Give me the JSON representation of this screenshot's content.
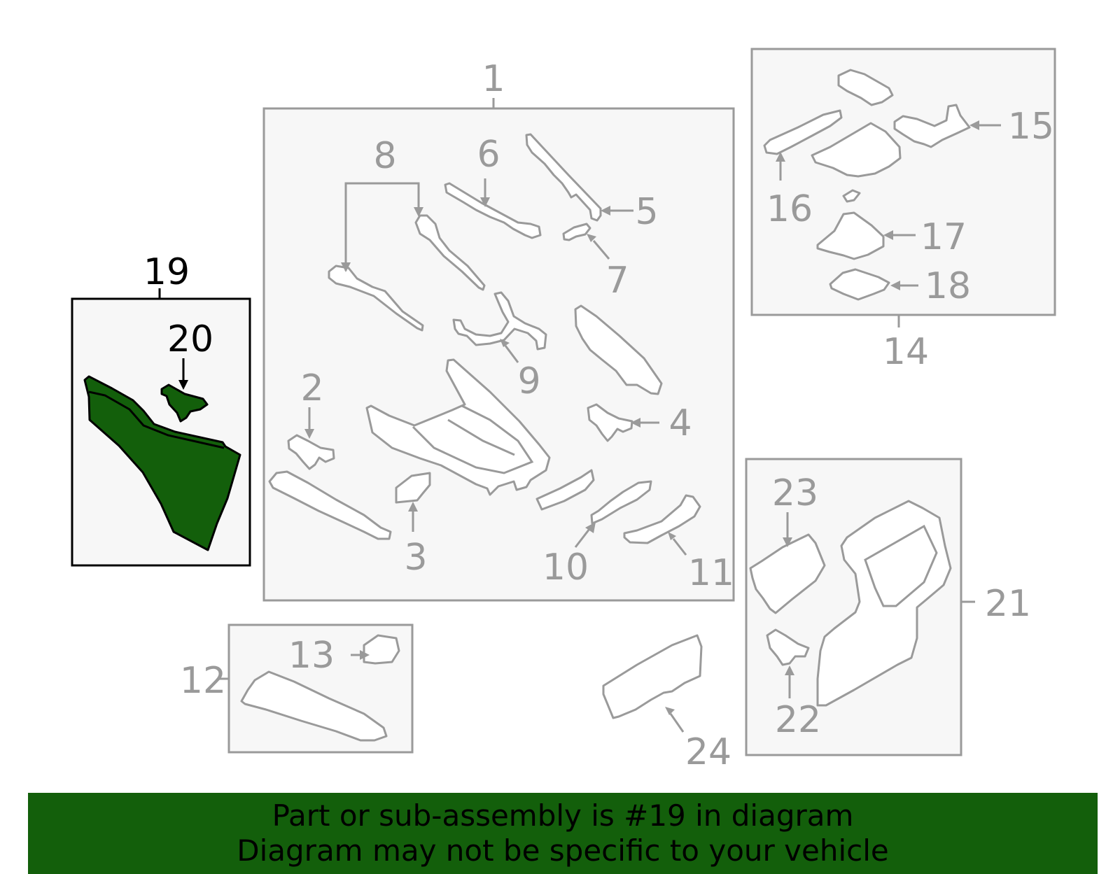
{
  "colors": {
    "highlight_fill": "#135f0b",
    "highlight_outline": "#000000",
    "line_gray": "#9a9a9a",
    "panel_fill": "#f7f7f7",
    "banner_bg": "#135f0b",
    "banner_text": "#000000"
  },
  "callouts": {
    "c1": "1",
    "c2": "2",
    "c3": "3",
    "c4": "4",
    "c5": "5",
    "c6": "6",
    "c7": "7",
    "c8": "8",
    "c9": "9",
    "c10": "10",
    "c11": "11",
    "c12": "12",
    "c13": "13",
    "c14": "14",
    "c15": "15",
    "c16": "16",
    "c17": "17",
    "c18": "18",
    "c19": "19",
    "c20": "20",
    "c21": "21",
    "c22": "22",
    "c23": "23",
    "c24": "24"
  },
  "highlighted_part": "19",
  "banner": {
    "line1": "Part or sub-assembly is #19 in diagram",
    "line2": "Diagram may not be specific to your vehicle"
  }
}
